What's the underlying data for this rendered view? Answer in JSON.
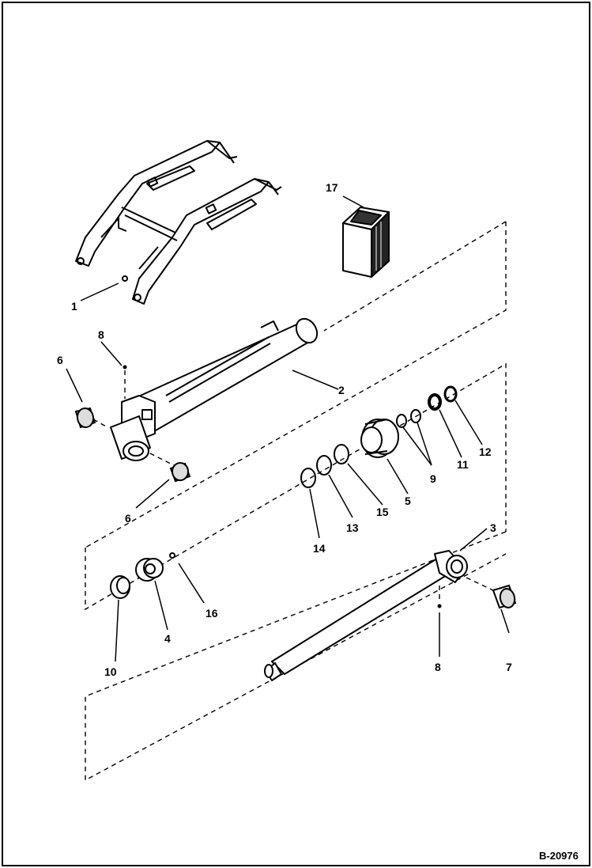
{
  "figure_id": "B-20976",
  "callouts": {
    "c1": "1",
    "c2": "2",
    "c3": "3",
    "c4": "4",
    "c5": "5",
    "c6a": "6",
    "c6b": "6",
    "c7": "7",
    "c8a": "8",
    "c8b": "8",
    "c9": "9",
    "c10": "10",
    "c11": "11",
    "c12": "12",
    "c13": "13",
    "c14": "14",
    "c15": "15",
    "c16": "16",
    "c17": "17"
  }
}
